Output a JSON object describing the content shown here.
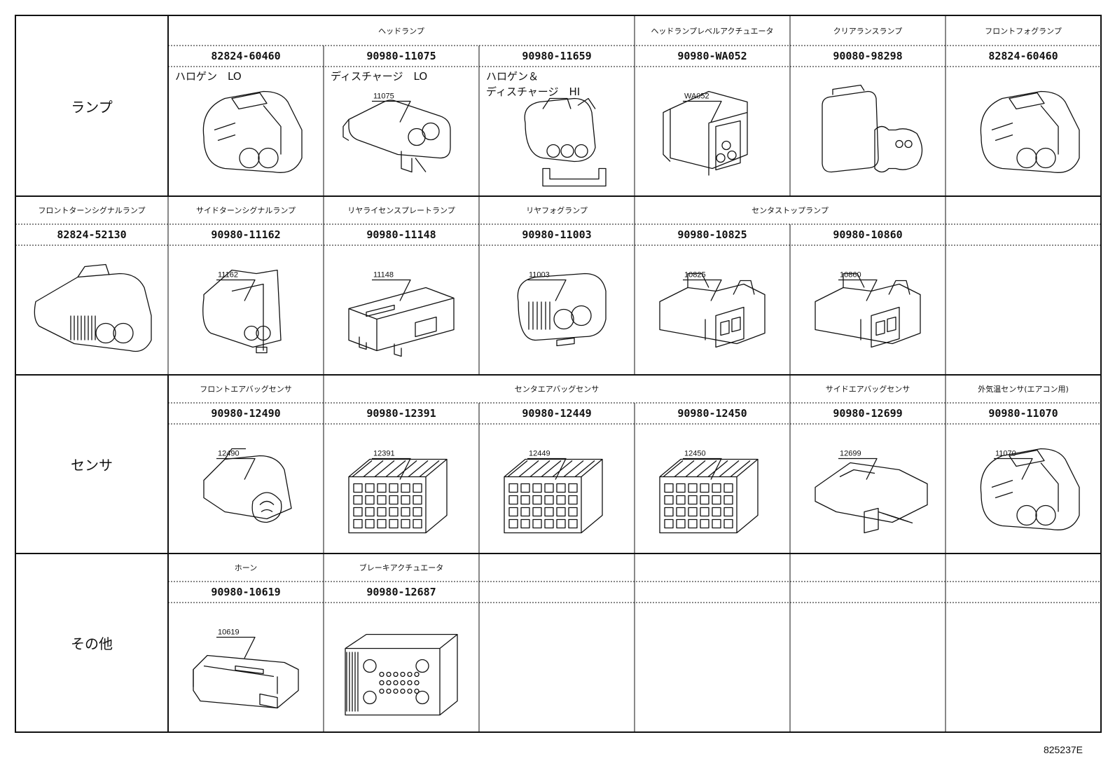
{
  "sections": [
    {
      "label": "ランプ",
      "rows": [
        0
      ]
    },
    {
      "label": "",
      "rows": [
        1
      ]
    },
    {
      "label": "センサ",
      "rows": [
        2
      ]
    },
    {
      "label": "その他",
      "rows": [
        3
      ]
    }
  ],
  "rows": [
    {
      "names": [
        {
          "text": "ヘッドランプ",
          "span": 3
        },
        {
          "text": "ヘッドランプレベルアクチュエータ",
          "span": 1
        },
        {
          "text": "クリアランスランプ",
          "span": 1
        },
        {
          "text": "フロントフォグランプ",
          "span": 1
        }
      ],
      "cells": [
        {
          "pn": "82824-60460",
          "note": "ハロゲン　LO",
          "callout": "",
          "shape": "halogen-2pin-connector"
        },
        {
          "pn": "90980-11075",
          "note": "ディスチャージ　LO",
          "callout": "11075",
          "shape": "discharge-connector"
        },
        {
          "pn": "90980-11659",
          "note": "ハロゲン＆\nディスチャージ　HI",
          "callout": "",
          "shape": "halogen-discharge-hi-connector"
        },
        {
          "pn": "90980-WA052",
          "note": "",
          "callout": "WA052",
          "shape": "level-actuator-connector"
        },
        {
          "pn": "90080-98298",
          "note": "",
          "callout": "",
          "shape": "clearance-lamp-connector"
        },
        {
          "pn": "82824-60460",
          "note": "",
          "callout": "",
          "shape": "halogen-2pin-connector"
        }
      ]
    },
    {
      "names": [
        {
          "text": "フロントターンシグナルランプ",
          "span": 1
        },
        {
          "text": "サイドターンシグナルランプ",
          "span": 1
        },
        {
          "text": "リヤライセンスプレートランプ",
          "span": 1
        },
        {
          "text": "リヤフォグランプ",
          "span": 1
        },
        {
          "text": "センタストップランプ",
          "span": 2
        },
        {
          "text": "",
          "span": 1
        }
      ],
      "cells": [
        {
          "pn": "82824-52130",
          "note": "",
          "callout": "",
          "shape": "turn-signal-connector"
        },
        {
          "pn": "90980-11162",
          "note": "",
          "callout": "11162",
          "shape": "side-turn-connector"
        },
        {
          "pn": "90980-11148",
          "note": "",
          "callout": "11148",
          "shape": "license-plate-connector"
        },
        {
          "pn": "90980-11003",
          "note": "",
          "callout": "11003",
          "shape": "rear-fog-connector"
        },
        {
          "pn": "90980-10825",
          "note": "",
          "callout": "10825",
          "shape": "stop-lamp-connector"
        },
        {
          "pn": "90980-10860",
          "note": "",
          "callout": "10860",
          "shape": "stop-lamp-connector"
        },
        {
          "pn": "",
          "note": "",
          "callout": "",
          "shape": ""
        }
      ]
    },
    {
      "names": [
        {
          "text": "フロントエアバッグセンサ",
          "span": 1
        },
        {
          "text": "センタエアバッグセンサ",
          "span": 3
        },
        {
          "text": "サイドエアバッグセンサ",
          "span": 1
        },
        {
          "text": "外気温センサ(エアコン用)",
          "span": 1
        }
      ],
      "cells": [
        {
          "pn": "90980-12490",
          "note": "",
          "callout": "12490",
          "shape": "airbag-sensor-connector"
        },
        {
          "pn": "90980-12391",
          "note": "",
          "callout": "12391",
          "shape": "multi-pin-block-connector"
        },
        {
          "pn": "90980-12449",
          "note": "",
          "callout": "12449",
          "shape": "multi-pin-block-connector"
        },
        {
          "pn": "90980-12450",
          "note": "",
          "callout": "12450",
          "shape": "multi-pin-block-connector"
        },
        {
          "pn": "90980-12699",
          "note": "",
          "callout": "12699",
          "shape": "side-airbag-connector"
        },
        {
          "pn": "90980-11070",
          "note": "",
          "callout": "11070",
          "shape": "ambient-sensor-connector"
        }
      ]
    },
    {
      "names": [
        {
          "text": "ホーン",
          "span": 1
        },
        {
          "text": "ブレーキアクチュエータ",
          "span": 1
        },
        {
          "text": "",
          "span": 1
        },
        {
          "text": "",
          "span": 1
        },
        {
          "text": "",
          "span": 1
        },
        {
          "text": "",
          "span": 1
        }
      ],
      "cells": [
        {
          "pn": "90980-10619",
          "note": "",
          "callout": "10619",
          "shape": "horn-connector"
        },
        {
          "pn": "90980-12687",
          "note": "",
          "callout": "",
          "shape": "brake-actuator-connector"
        },
        {
          "pn": "",
          "note": "",
          "callout": "",
          "shape": ""
        },
        {
          "pn": "",
          "note": "",
          "callout": "",
          "shape": ""
        },
        {
          "pn": "",
          "note": "",
          "callout": "",
          "shape": ""
        },
        {
          "pn": "",
          "note": "",
          "callout": "",
          "shape": ""
        }
      ]
    }
  ],
  "figure_id": "825237E"
}
